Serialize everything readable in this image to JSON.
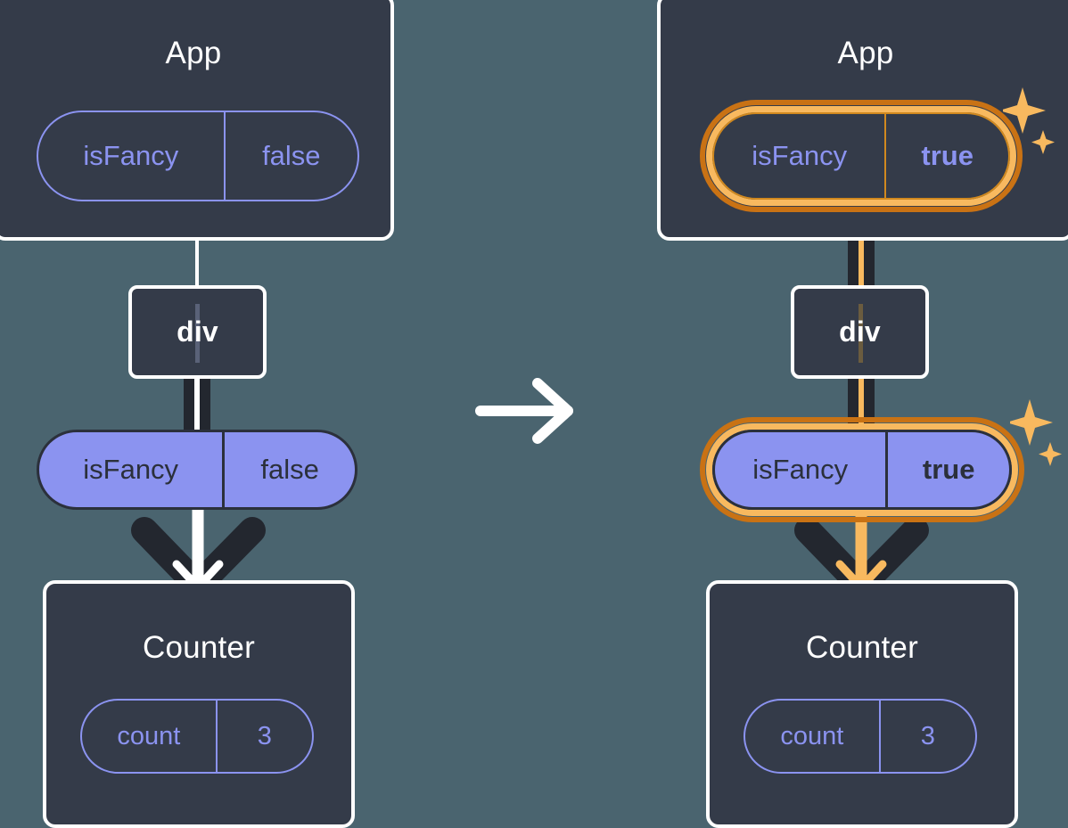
{
  "title": "React state flow: isFancy prop update",
  "colors": {
    "background": "#4a646f",
    "box_fill": "#343b49",
    "box_border": "#ffffff",
    "pill_purple": "#8b93f0",
    "pill_outline": "#8b93f0",
    "dark_stroke": "#23272f",
    "highlight_outer": "#c97214",
    "highlight_inner": "#f8b95f",
    "sparkle": "#f8b95f"
  },
  "panels": [
    {
      "id": "before",
      "app": {
        "title": "App",
        "pill": {
          "style": "ghost",
          "key": "isFancy",
          "value": "false",
          "value_bold": false,
          "highlighted": false
        }
      },
      "div": {
        "label": "div"
      },
      "prop_pill": {
        "style": "filled",
        "key": "isFancy",
        "value": "false",
        "value_bold": false,
        "highlighted": false
      },
      "counter": {
        "title": "Counter",
        "pill": {
          "style": "ghost",
          "key": "count",
          "value": "3",
          "value_bold": false,
          "highlighted": false
        }
      },
      "connector_accent": "white",
      "arrow_accent": "white"
    },
    {
      "id": "after",
      "app": {
        "title": "App",
        "pill": {
          "style": "ghost",
          "key": "isFancy",
          "value": "true",
          "value_bold": true,
          "highlighted": true
        }
      },
      "div": {
        "label": "div"
      },
      "prop_pill": {
        "style": "filled",
        "key": "isFancy",
        "value": "true",
        "value_bold": true,
        "highlighted": true
      },
      "counter": {
        "title": "Counter",
        "pill": {
          "style": "ghost",
          "key": "count",
          "value": "3",
          "value_bold": false,
          "highlighted": false
        }
      },
      "connector_accent": "amber",
      "arrow_accent": "amber"
    }
  ],
  "transition": {
    "icon": "arrow-right-icon"
  },
  "sparkle_icon": "sparkles-icon"
}
